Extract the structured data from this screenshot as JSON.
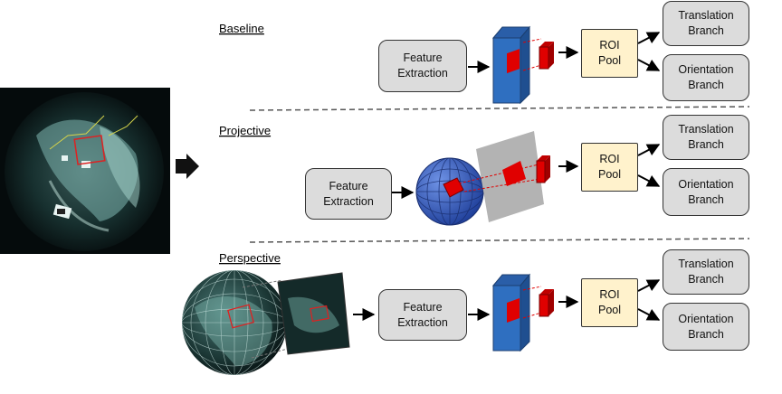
{
  "sections": {
    "baseline": "Baseline",
    "projective": "Projective",
    "perspective": "Perspective"
  },
  "boxes": {
    "feature_extraction": "Feature\nExtraction",
    "roi_pool": "ROI\nPool",
    "translation_branch": "Translation\nBranch",
    "orientation_branch": "Orientation\nBranch"
  },
  "colors": {
    "box_gray": "#dcdcdc",
    "roi_yellow": "#fff2cc",
    "feature_map_blue": "#2f6fc0",
    "roi_red": "#e00000",
    "sphere_blue": "#3b63c4",
    "plane_gray": "#b3b3b3",
    "dark_image": "#0c1a1c"
  }
}
